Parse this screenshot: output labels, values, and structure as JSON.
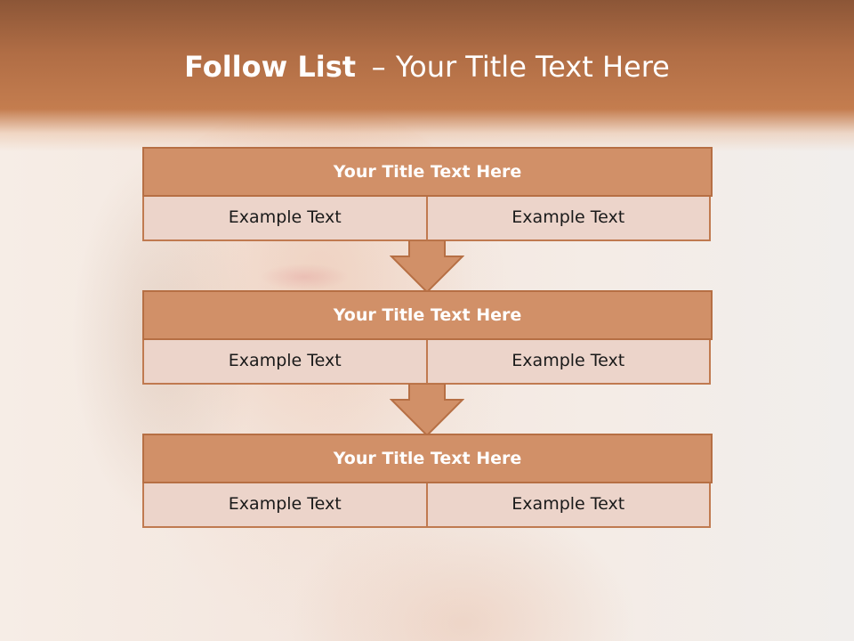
{
  "title": {
    "bold": "Follow List",
    "separator": "–",
    "rest": "Your Title Text Here"
  },
  "blocks": [
    {
      "title": "Your Title Text Here",
      "cells": [
        "Example Text",
        "Example Text"
      ]
    },
    {
      "title": "Your Title Text Here",
      "cells": [
        "Example Text",
        "Example Text"
      ]
    },
    {
      "title": "Your Title Text Here",
      "cells": [
        "Example Text",
        "Example Text"
      ]
    }
  ],
  "colors": {
    "header": "#c47d4f",
    "block_title_fill": "#d19068",
    "block_border": "#b66f44",
    "cell_fill": "#ecd4ca",
    "arrow_fill": "#d19068"
  }
}
